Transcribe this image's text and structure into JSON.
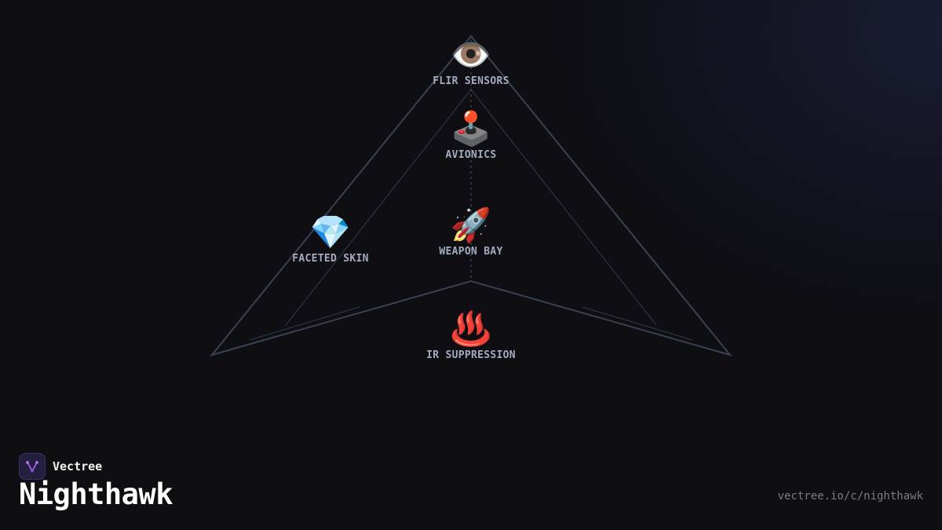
{
  "diagram": {
    "nodes": [
      {
        "id": "flir",
        "icon": "eye-icon",
        "emoji": "👁️",
        "label": "FLIR SENSORS"
      },
      {
        "id": "avionics",
        "icon": "joystick-icon",
        "emoji": "🕹️",
        "label": "AVIONICS"
      },
      {
        "id": "skin",
        "icon": "gem-icon",
        "emoji": "💎",
        "label": "FACETED SKIN"
      },
      {
        "id": "weapon",
        "icon": "rocket-icon",
        "emoji": "🚀",
        "label": "WEAPON BAY"
      },
      {
        "id": "ir",
        "icon": "hot-springs-icon",
        "emoji": "♨️",
        "label": "IR SUPPRESSION"
      }
    ],
    "line_color": "#3a4252",
    "label_color": "#a3acbf"
  },
  "brand": {
    "name": "Vectree",
    "logo_icon": "vectree-logo-icon",
    "accent": "#b15cf0"
  },
  "title": "Nighthawk",
  "url": "vectree.io/c/nighthawk"
}
